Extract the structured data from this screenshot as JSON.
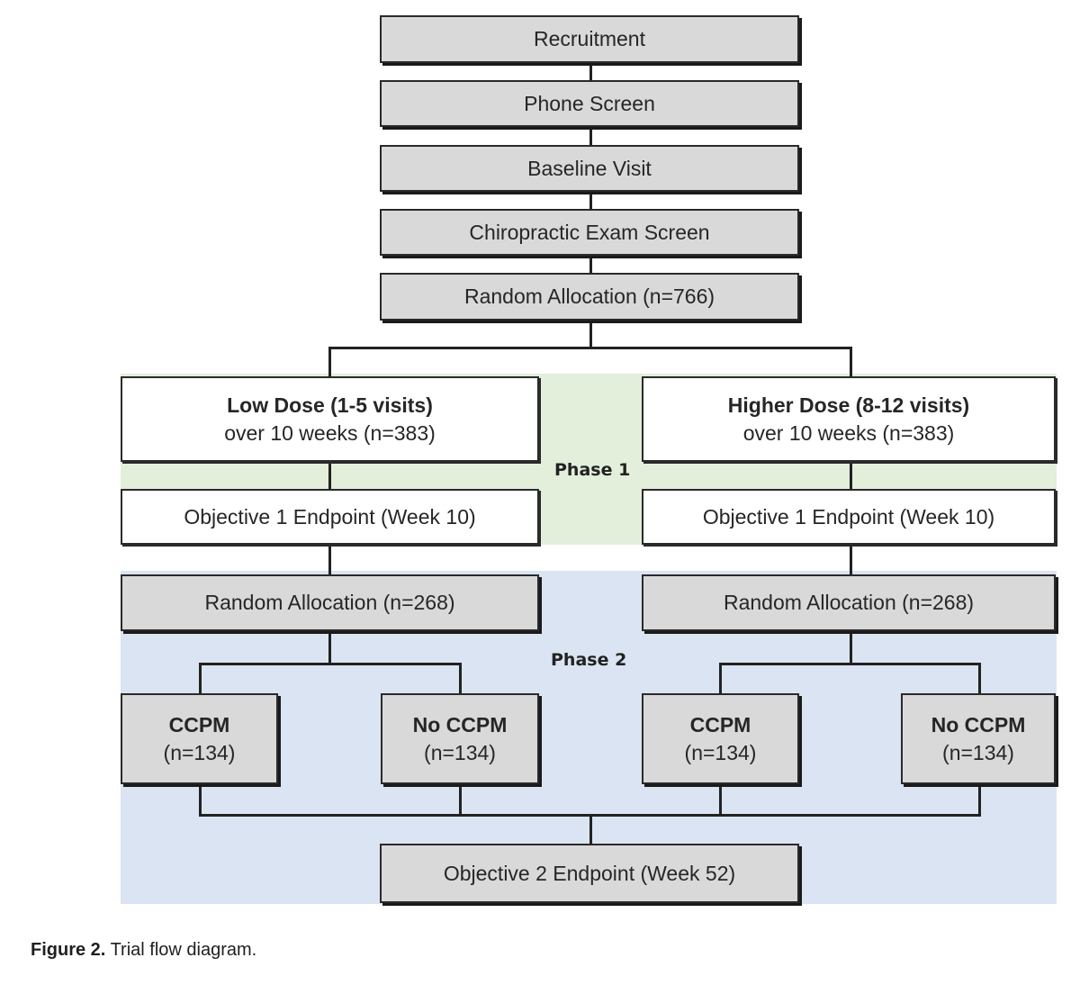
{
  "flow": {
    "recruitment": "Recruitment",
    "phone_screen": "Phone Screen",
    "baseline_visit": "Baseline Visit",
    "chiro_exam": "Chiropractic Exam Screen",
    "random_allocation_766": "Random Allocation (n=766)"
  },
  "phases": {
    "phase1": "Phase 1",
    "phase2": "Phase 2"
  },
  "low_dose": {
    "title": "Low Dose (1-5 visits)",
    "subtitle": "over 10 weeks (n=383)",
    "endpoint": "Objective 1 Endpoint (Week 10)",
    "allocation": "Random Allocation (n=268)",
    "ccpm": {
      "title": "CCPM",
      "n": "(n=134)"
    },
    "no_ccpm": {
      "title": "No CCPM",
      "n": "(n=134)"
    }
  },
  "high_dose": {
    "title": "Higher Dose (8-12 visits)",
    "subtitle": "over 10 weeks (n=383)",
    "endpoint": "Objective 1 Endpoint (Week 10)",
    "allocation": "Random Allocation (n=268)",
    "ccpm": {
      "title": "CCPM",
      "n": "(n=134)"
    },
    "no_ccpm": {
      "title": "No CCPM",
      "n": "(n=134)"
    }
  },
  "final_endpoint": "Objective 2 Endpoint (Week 52)",
  "caption": {
    "figure": "Figure 2.",
    "text": "Trial flow diagram."
  }
}
